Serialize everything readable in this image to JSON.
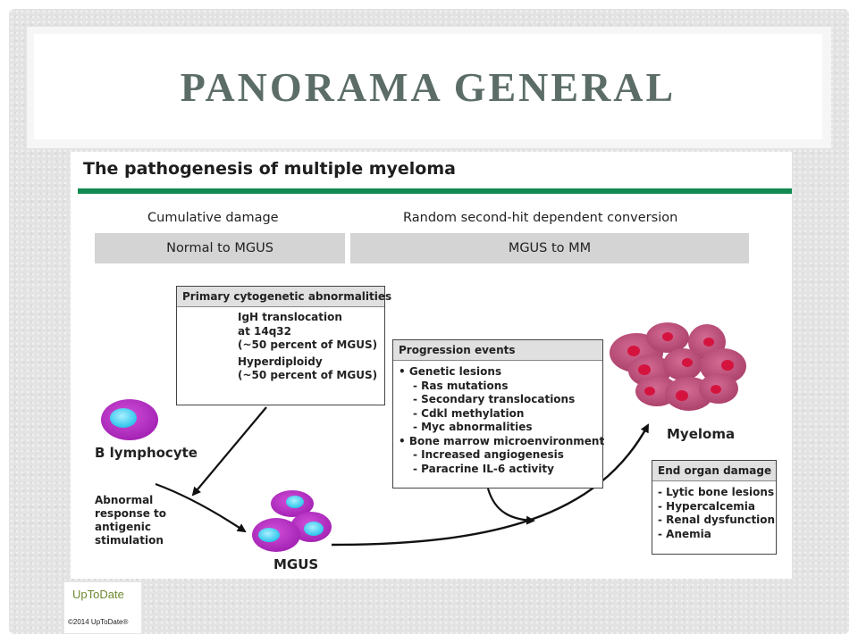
{
  "slide": {
    "title": "PANORAMA GENERAL"
  },
  "figure": {
    "title": "The pathogenesis of multiple myeloma",
    "stages": [
      {
        "heading": "Cumulative damage",
        "bar": "Normal to MGUS"
      },
      {
        "heading": "Random second-hit dependent conversion",
        "bar": "MGUS to MM"
      }
    ],
    "primary_box": {
      "header": "Primary cytogenetic abnormalities",
      "lines": [
        "IgH translocation",
        "at 14q32",
        "(~50 percent of MGUS)",
        "Hyperdiploidy",
        "(~50 percent of MGUS)"
      ]
    },
    "progression_box": {
      "header": "Progression events",
      "lines": [
        "• Genetic lesions",
        "- Ras mutations",
        "- Secondary translocations",
        "- Cdkl methylation",
        "- Myc abnormalities",
        "• Bone marrow microenvironment",
        "- Increased angiogenesis",
        "- Paracrine IL-6 activity"
      ]
    },
    "end_organ_box": {
      "header": "End organ damage",
      "lines": [
        "- Lytic bone lesions",
        "- Hypercalcemia",
        "- Renal dysfunction",
        "- Anemia"
      ]
    },
    "labels": {
      "b_lymphocyte": "B lymphocyte",
      "abnormal_response": [
        "Abnormal",
        "response to",
        "antigenic",
        "stimulation"
      ],
      "mgus": "MGUS",
      "myeloma": "Myeloma"
    },
    "colors": {
      "accent_rule": "#128a51",
      "cell_purple": "#b52fc1",
      "nucleus_cyan": "#3fd0f2",
      "myeloma_cell": "#bf5079",
      "myeloma_nucleus": "#d4143f"
    }
  },
  "source": {
    "logo": "UpToDate",
    "copyright": "©2014 UpToDate®"
  }
}
